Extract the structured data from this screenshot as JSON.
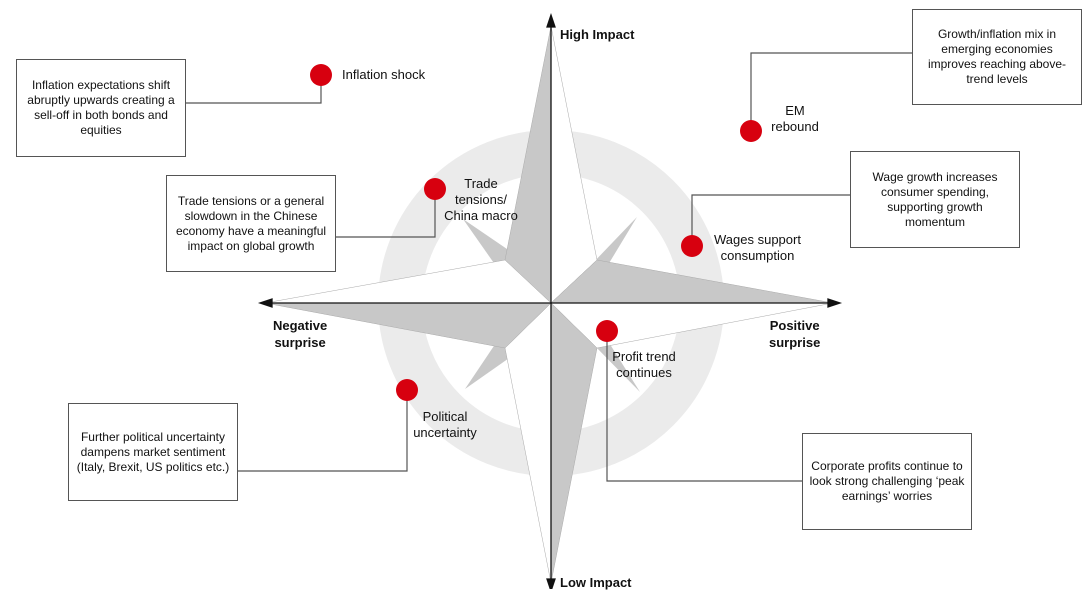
{
  "axes": {
    "top": "High Impact",
    "bottom": "Low Impact",
    "left": "Negative\nsurprise",
    "right": "Positive\nsurprise"
  },
  "colors": {
    "dot": "#d7000f",
    "compass": "#c8c8c8",
    "ring": "#ebebeb",
    "connector": "#555555"
  },
  "risks": [
    {
      "id": "inflation-shock",
      "label": "Inflation shock",
      "note": "Inflation expectations shift abruptly upwards creating a sell-off in both bonds and equities"
    },
    {
      "id": "trade-tensions",
      "label": "Trade\ntensions/\nChina macro",
      "note": "Trade tensions or a general slowdown in the Chinese economy have a meaningful impact on global growth"
    },
    {
      "id": "political-uncertainty",
      "label": "Political\nuncertainty",
      "note": "Further political uncertainty dampens market sentiment (Italy, Brexit, US politics etc.)"
    },
    {
      "id": "em-rebound",
      "label": "EM\nrebound",
      "note": "Growth/inflation mix in emerging economies improves reaching above-trend levels"
    },
    {
      "id": "wages-support",
      "label": "Wages support\nconsumption",
      "note": "Wage growth increases consumer spending, supporting growth momentum"
    },
    {
      "id": "profit-trend",
      "label": "Profit trend\ncontinues",
      "note": "Corporate profits continue to look strong challenging ‘peak earnings’ worries"
    }
  ]
}
